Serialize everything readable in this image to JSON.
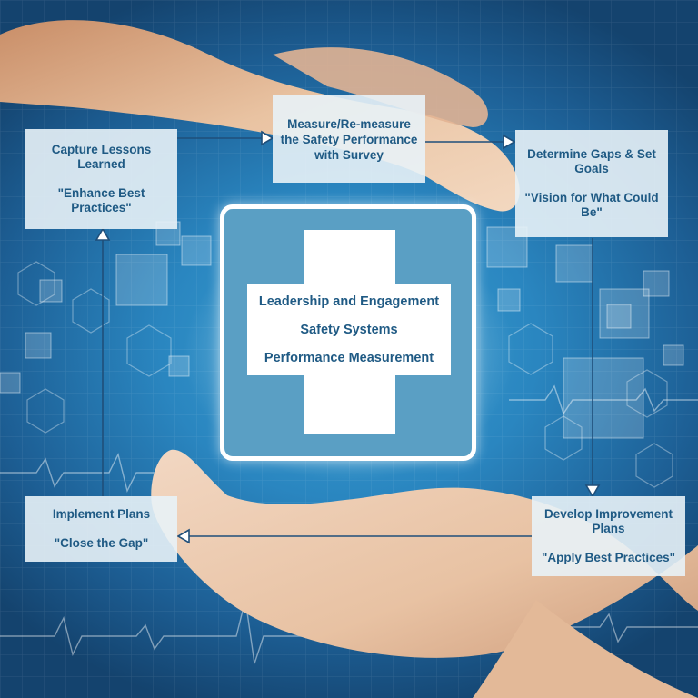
{
  "colors": {
    "box_text": "#1f5a84",
    "box_fill": "#e8f2f7",
    "arrow": "#1f4f7a",
    "center_panel": "#5a9fc4",
    "background_blue": "#2a86c0",
    "skin": "#e7c1a0"
  },
  "steps": [
    {
      "id": "capture",
      "title": "Capture Lessons Learned",
      "quote": "\"Enhance Best Practices\""
    },
    {
      "id": "measure",
      "title": "Measure/Re-measure the Safety Performance with Survey",
      "quote": ""
    },
    {
      "id": "determine",
      "title": "Determine Gaps & Set Goals",
      "quote": "\"Vision for What Could Be\""
    },
    {
      "id": "develop",
      "title": "Develop Improvement Plans",
      "quote": "\"Apply Best Practices\""
    },
    {
      "id": "implement",
      "title": "Implement Plans",
      "quote": "\"Close the Gap\""
    }
  ],
  "center": {
    "icon": "medical-cross-icon",
    "items": [
      "Leadership and Engagement",
      "Safety Systems",
      "Performance Measurement"
    ]
  }
}
